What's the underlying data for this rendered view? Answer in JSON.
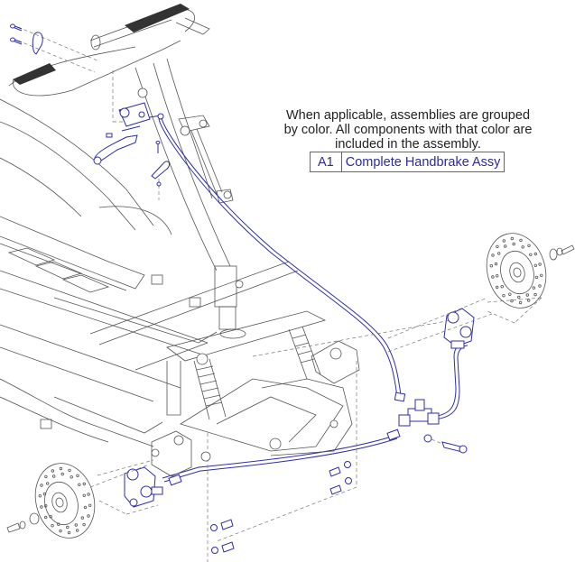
{
  "note": {
    "text": "When applicable, assemblies are grouped by color. All components with that color are included in the assembly."
  },
  "legend": {
    "rows": [
      {
        "code": "A1",
        "description": "Complete Handbrake Assy",
        "color": "#2e2ea8"
      }
    ]
  },
  "colors": {
    "assembly": "#2e2ea8",
    "frame": "#555555",
    "background": "#ffffff"
  },
  "components": [
    {
      "name": "handlebar",
      "assembly": null
    },
    {
      "name": "brake-lever-master-cylinder",
      "assembly": "A1"
    },
    {
      "name": "brake-hose",
      "assembly": "A1"
    },
    {
      "name": "brake-tee-fitting",
      "assembly": "A1"
    },
    {
      "name": "right-brake-caliper",
      "assembly": "A1"
    },
    {
      "name": "left-brake-caliper",
      "assembly": "A1"
    },
    {
      "name": "right-brake-disc",
      "assembly": null
    },
    {
      "name": "left-brake-disc",
      "assembly": null
    },
    {
      "name": "frame",
      "assembly": null
    },
    {
      "name": "suspension",
      "assembly": null
    }
  ]
}
